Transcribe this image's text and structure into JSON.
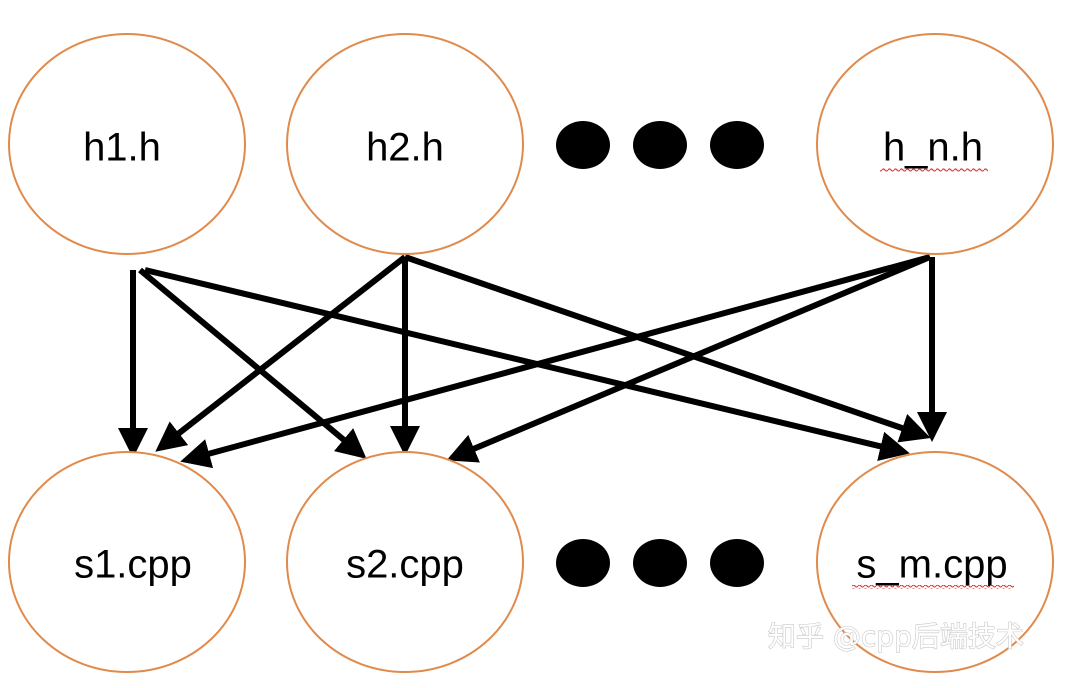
{
  "headers": [
    {
      "id": "h1",
      "label": "h1.h"
    },
    {
      "id": "h2",
      "label": "h2.h"
    },
    {
      "id": "hn",
      "label": "h_n.h"
    }
  ],
  "sources": [
    {
      "id": "s1",
      "label": "s1.cpp"
    },
    {
      "id": "s2",
      "label": "s2.cpp"
    },
    {
      "id": "sm",
      "label": "s_m.cpp"
    }
  ],
  "edges": [
    {
      "from": "h1",
      "to": "s1"
    },
    {
      "from": "h1",
      "to": "s2"
    },
    {
      "from": "h1",
      "to": "sm"
    },
    {
      "from": "h2",
      "to": "s1"
    },
    {
      "from": "h2",
      "to": "s2"
    },
    {
      "from": "h2",
      "to": "sm"
    },
    {
      "from": "hn",
      "to": "s1"
    },
    {
      "from": "hn",
      "to": "s2"
    },
    {
      "from": "hn",
      "to": "sm"
    }
  ],
  "watermark": "知乎 @cpp后端技术",
  "colors": {
    "node_border": "#e08a4c",
    "arrow": "#000000",
    "spellcheck_underline": "#d94040"
  }
}
